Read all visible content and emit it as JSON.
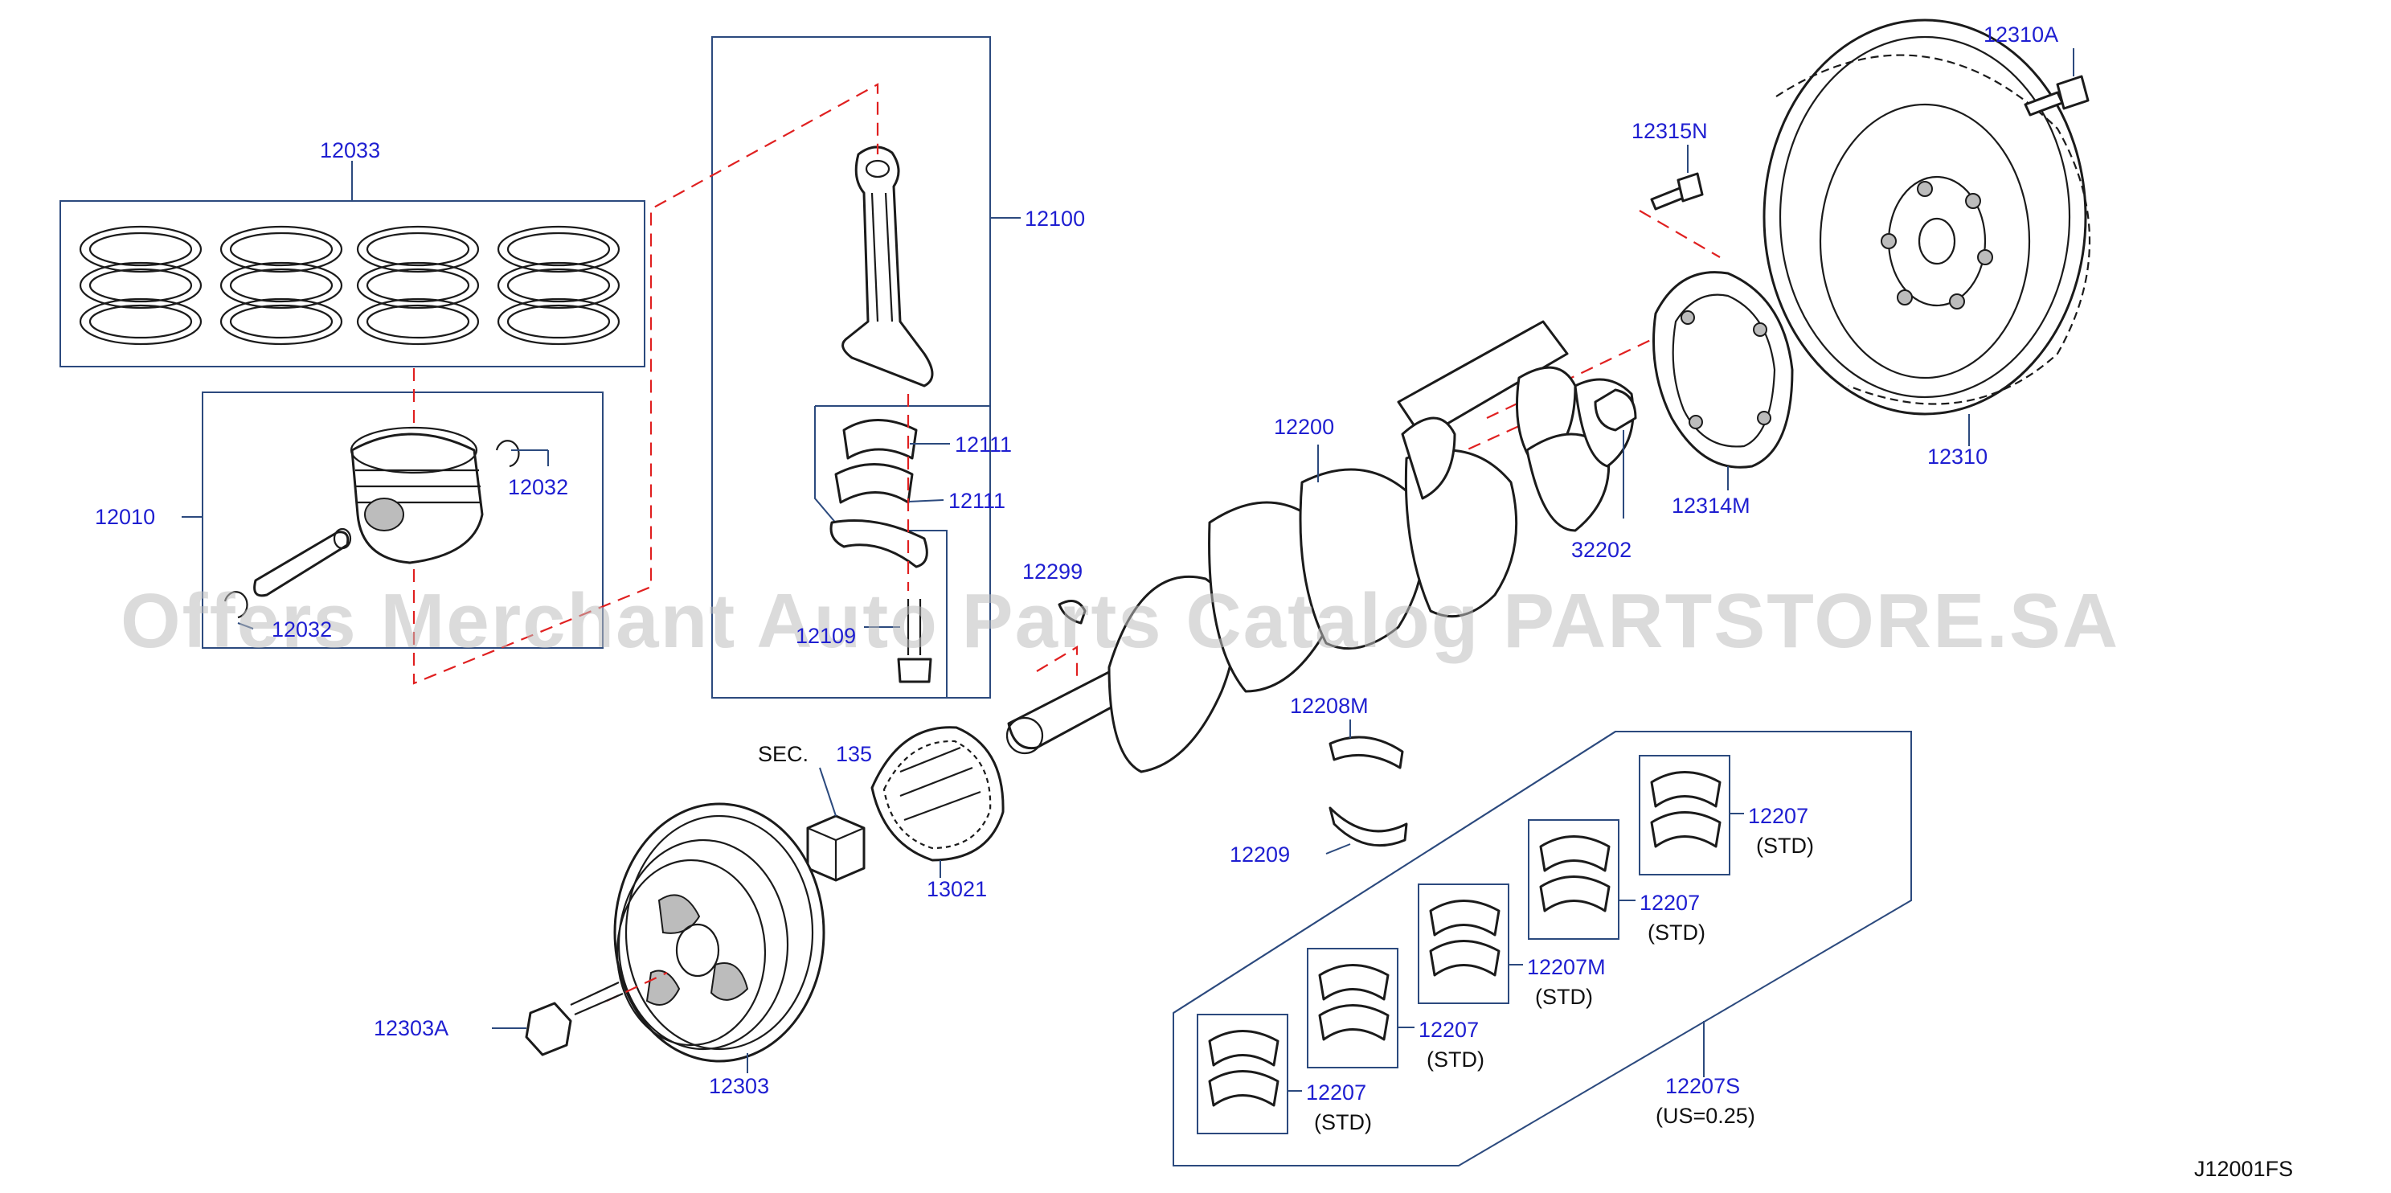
{
  "watermark": "Offers Merchant Auto Parts Catalog PARTSTORE.SA",
  "diagram_code": "J12001FS",
  "labels": {
    "p12033": "12033",
    "p12010": "12010",
    "p12032a": "12032",
    "p12032b": "12032",
    "p12100": "12100",
    "p12111a": "12111",
    "p12111b": "12111",
    "p12109": "12109",
    "p12299": "12299",
    "p12200": "12200",
    "p32202": "32202",
    "p12314M": "12314M",
    "p12310": "12310",
    "p12310A": "12310A",
    "p12315N": "12315N",
    "sec_prefix": "SEC.",
    "sec_number": "135",
    "p13021": "13021",
    "p12208M": "12208M",
    "p12209": "12209",
    "p12303A": "12303A",
    "p12303": "12303",
    "b1_num": "12207",
    "b1_note": "(STD)",
    "b2_num": "12207",
    "b2_note": "(STD)",
    "b3_num": "12207M",
    "b3_note": "(STD)",
    "b4_num": "12207",
    "b4_note": "(STD)",
    "b5_num": "12207",
    "b5_note": "(STD)",
    "p12207S": "12207S",
    "p12207S_note": "(US=0.25)"
  },
  "colors": {
    "label": "#1f1fd1",
    "box_line": "#2c4a7e",
    "dash_line": "#e02020",
    "part_outline": "#1b1b1b",
    "watermark": "#bdbdbd"
  }
}
